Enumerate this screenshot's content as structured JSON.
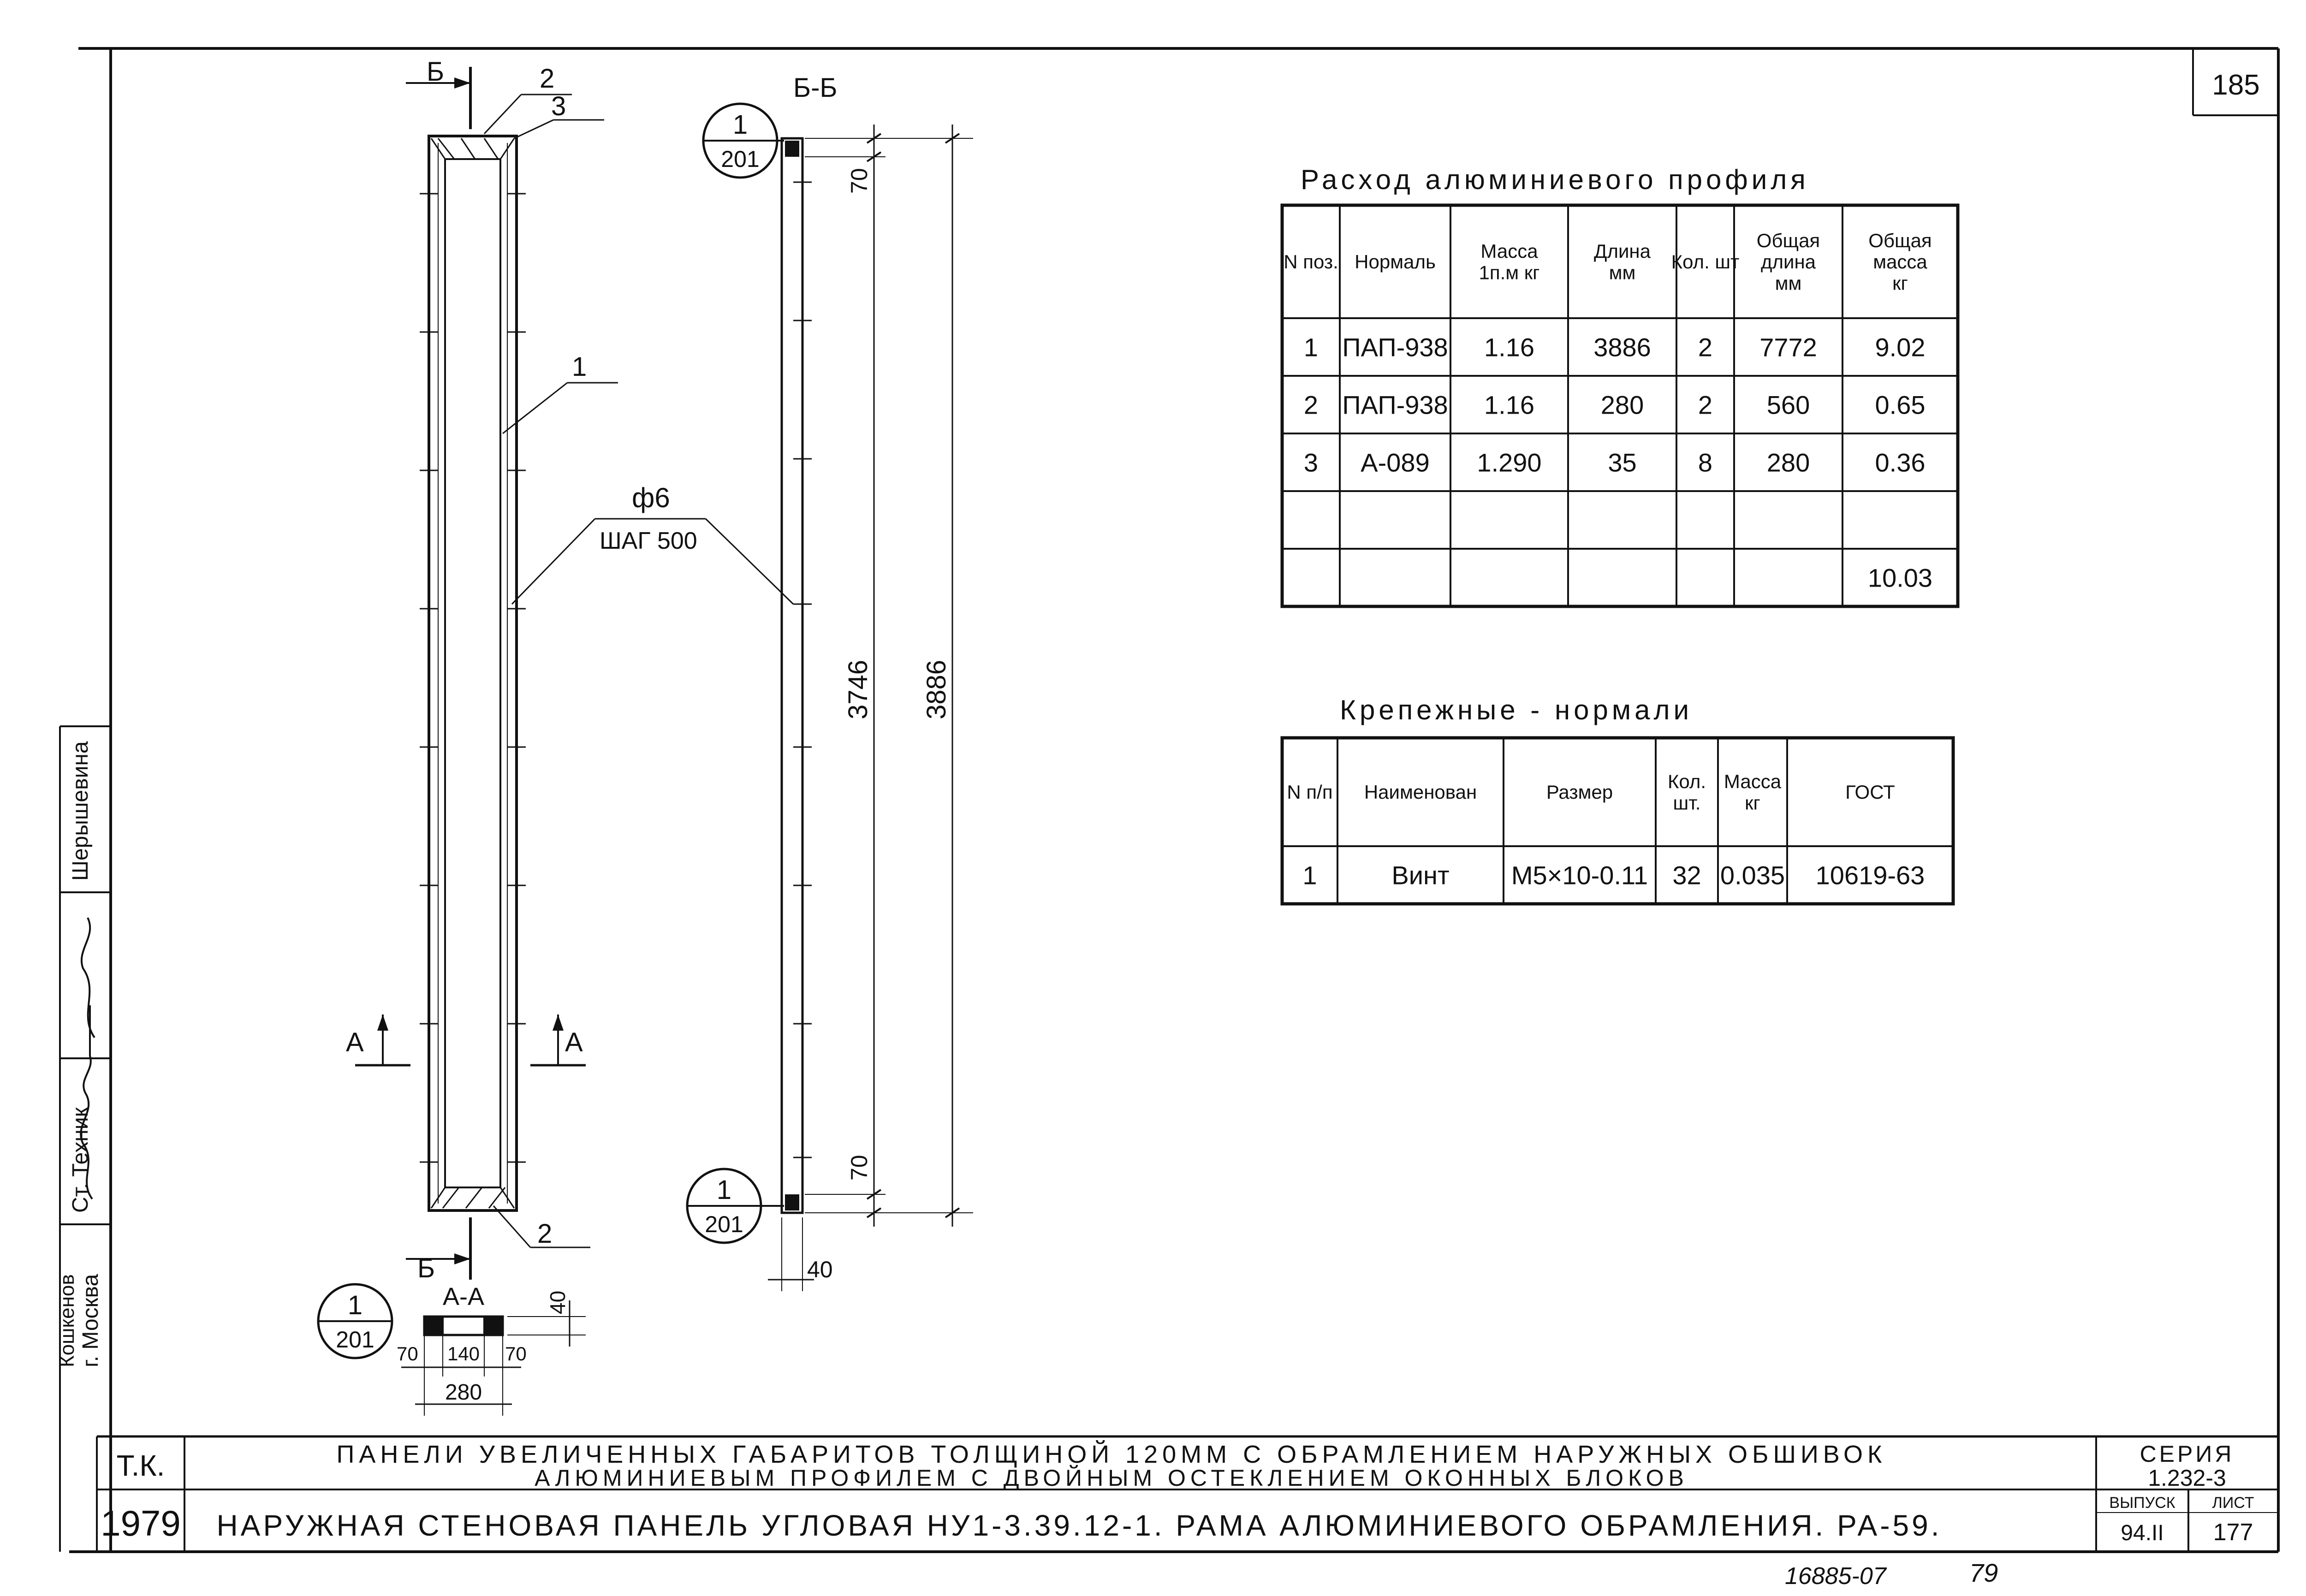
{
  "sheet_number": "185",
  "section_mark_b": "Б",
  "section_title_bb": "Б-Б",
  "section_title_aa": "А-А",
  "section_mark_a": "А",
  "callouts": {
    "pos_1": "1",
    "pos_2": "2",
    "pos_3": "3"
  },
  "pipe_label": "ф6",
  "pitch_label": "ШАГ 500",
  "node_ref": {
    "num": "1",
    "sheet": "201"
  },
  "dims": {
    "d70": "70",
    "d3746": "3746",
    "d3886": "3886",
    "d40": "40",
    "d280": "280",
    "d140": "140"
  },
  "table1": {
    "title": "Расход алюминиевого профиля",
    "headers": [
      "N поз.",
      "Нормаль",
      "Масса 1п.м кг",
      "Длина мм",
      "Кол. шт",
      "Общая длина мм",
      "Общая масса кг"
    ],
    "rows": [
      [
        "1",
        "ПАП-938",
        "1.16",
        "3886",
        "2",
        "7772",
        "9.02"
      ],
      [
        "2",
        "ПАП-938",
        "1.16",
        "280",
        "2",
        "560",
        "0.65"
      ],
      [
        "3",
        "А-089",
        "1.290",
        "35",
        "8",
        "280",
        "0.36"
      ],
      [
        "",
        "",
        "",
        "",
        "",
        "",
        ""
      ],
      [
        "",
        "",
        "",
        "",
        "",
        "",
        "10.03"
      ]
    ]
  },
  "table2": {
    "title": "Крепежные - нормали",
    "headers": [
      "N п/п",
      "Наименован",
      "Размер",
      "Кол. шт.",
      "Масса кг",
      "ГОСТ"
    ],
    "rows": [
      [
        "1",
        "Винт",
        "М5×10-0.11",
        "32",
        "0.035",
        "10619-63"
      ]
    ]
  },
  "side_stamp": {
    "org": "Т.К.",
    "year": "1979",
    "author1": "г. Москва",
    "author2": "Кошкенов",
    "author3": "Ст. Техник",
    "author4": "Шерышевина"
  },
  "title_block": {
    "line1": "ПАНЕЛИ УВЕЛИЧЕННЫХ ГАБАРИТОВ ТОЛЩИНОЙ 120ММ С ОБРАМЛЕНИЕМ НАРУЖНЫХ ОБШИВОК",
    "line2": "АЛЮМИНИЕВЫМ ПРОФИЛЕМ С ДВОЙНЫМ ОСТЕКЛЕНИЕМ ОКОННЫХ БЛОКОВ",
    "line3": "НАРУЖНАЯ СТЕНОВАЯ ПАНЕЛЬ УГЛОВАЯ НУ1-3.39.12-1. РАМА АЛЮМИНИЕВОГО ОБРАМЛЕНИЯ. РА-59.",
    "series_label": "СЕРИЯ",
    "series_value": "1.232-3",
    "issue_label": "ВЫПУСК",
    "issue_value": "94.II",
    "sheet_label": "ЛИСТ",
    "sheet_value": "177"
  },
  "footer_note": "16885-07",
  "footer_page": "79"
}
